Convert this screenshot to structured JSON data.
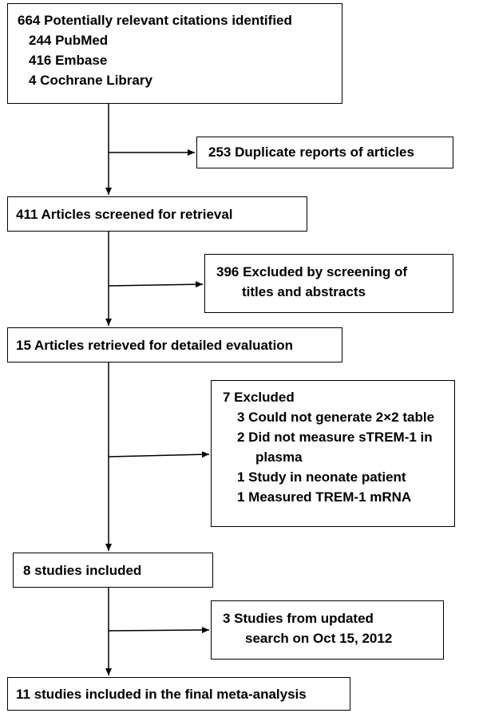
{
  "boxes": {
    "identified": {
      "title": "664 Potentially relevant citations identified",
      "lines": [
        "244 PubMed",
        "416 Embase",
        "4 Cochrane Library"
      ]
    },
    "duplicates": {
      "text": "253 Duplicate reports of articles"
    },
    "screened": {
      "text": "411 Articles screened for retrieval"
    },
    "excluded_screening": {
      "line1": "396 Excluded by screening of",
      "line2": "titles and abstracts"
    },
    "retrieved": {
      "text": "15 Articles retrieved for detailed evaluation"
    },
    "excluded_detail": {
      "title": "7 Excluded",
      "reasons": [
        "3 Could not generate 2×2 table",
        "2 Did not measure sTREM-1 in",
        "plasma",
        "1 Study in neonate patient",
        "1 Measured TREM-1 mRNA"
      ]
    },
    "included": {
      "text": "8 studies included"
    },
    "updated_search": {
      "line1": "3 Studies from updated",
      "line2": "search on Oct 15, 2012"
    },
    "final": {
      "text": "11 studies included in the final meta-analysis"
    }
  }
}
